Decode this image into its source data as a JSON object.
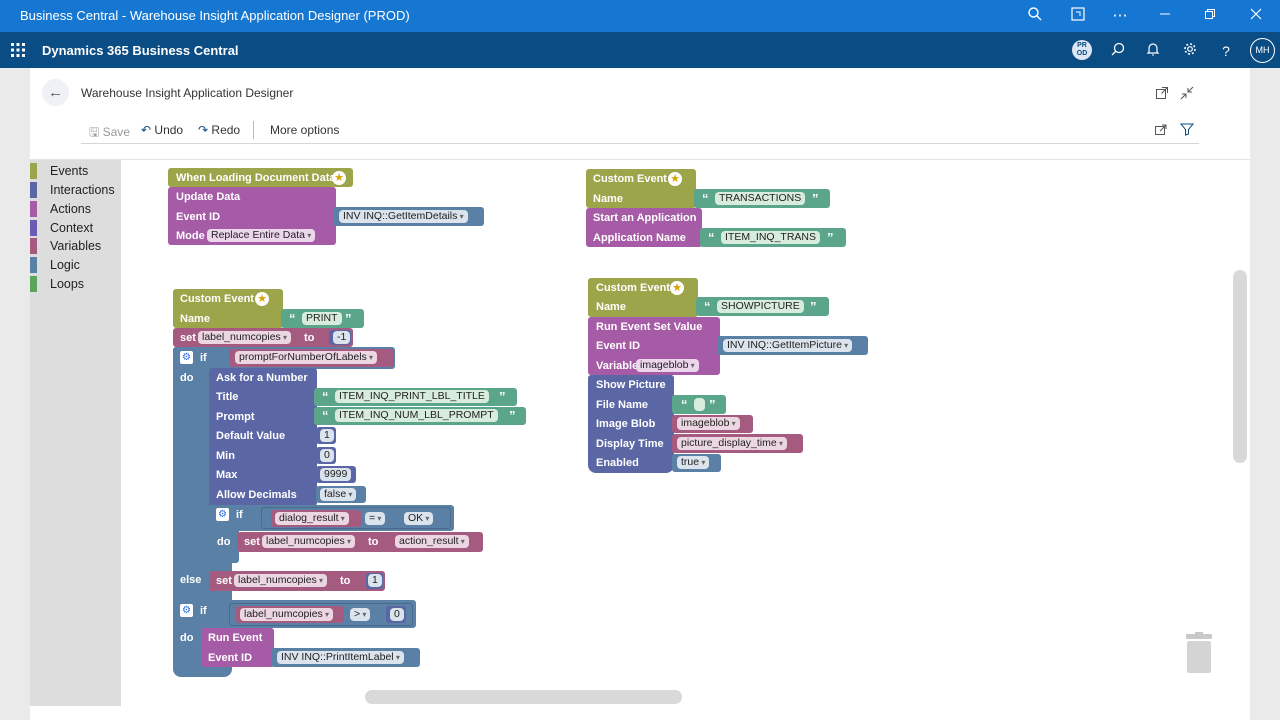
{
  "window": {
    "title": "Business Central - Warehouse Insight Application Designer (PROD)"
  },
  "appbar": {
    "name": "Dynamics 365 Business Central",
    "env_badge": "PR OD",
    "avatar": "MH"
  },
  "page": {
    "title": "Warehouse Insight Application Designer"
  },
  "toolbar": {
    "save": "Save",
    "undo": "Undo",
    "redo": "Redo",
    "more": "More options"
  },
  "toolbox": [
    {
      "label": "Events",
      "color": "#9da54a"
    },
    {
      "label": "Interactions",
      "color": "#5b67a5"
    },
    {
      "label": "Actions",
      "color": "#a55ba5"
    },
    {
      "label": "Context",
      "color": "#6a5bb5"
    },
    {
      "label": "Variables",
      "color": "#a55b80"
    },
    {
      "label": "Logic",
      "color": "#5b80a5"
    },
    {
      "label": "Loops",
      "color": "#5ba55b"
    }
  ],
  "blocks": {
    "b1": {
      "header": "When Loading Document Data",
      "update": "Update Data",
      "event_id_lbl": "Event ID",
      "event_id": "INV INQ::GetItemDetails",
      "mode_lbl": "Mode",
      "mode": "Replace Entire Data"
    },
    "b2": {
      "header": "Custom Event",
      "name_lbl": "Name",
      "name": "TRANSACTIONS",
      "start": "Start an Application",
      "app_name_lbl": "Application Name",
      "app_name": "ITEM_INQ_TRANS"
    },
    "b3": {
      "header": "Custom Event",
      "name_lbl": "Name",
      "name": "PRINT",
      "set": "set",
      "var1": "label_numcopies",
      "to": "to",
      "val1": "-1",
      "if": "if",
      "cond": "promptForNumberOfLabels",
      "do": "do",
      "ask": "Ask for a Number",
      "title_lbl": "Title",
      "title": "ITEM_INQ_PRINT_LBL_TITLE",
      "prompt_lbl": "Prompt",
      "prompt": "ITEM_INQ_NUM_LBL_PROMPT",
      "default_lbl": "Default Value",
      "default": "1",
      "min_lbl": "Min",
      "min": "0",
      "max_lbl": "Max",
      "max": "9999",
      "dec_lbl": "Allow Decimals",
      "dec": "false",
      "dialog": "dialog_result",
      "eq": "=",
      "ok": "OK",
      "action": "action_result",
      "else": "else",
      "val2": "1",
      "gt": ">",
      "zero": "0",
      "run": "Run Event",
      "event_id_lbl": "Event ID",
      "event_id": "INV INQ::PrintItemLabel"
    },
    "b4": {
      "header": "Custom Event",
      "name_lbl": "Name",
      "name": "SHOWPICTURE",
      "run_set": "Run Event Set Value",
      "event_id_lbl": "Event ID",
      "event_id": "INV INQ::GetItemPicture",
      "var_lbl": "Variable",
      "var": "imageblob",
      "show": "Show Picture",
      "file_lbl": "File Name",
      "blob_lbl": "Image Blob",
      "blob": "imageblob",
      "disp_lbl": "Display Time",
      "disp": "picture_display_time",
      "en_lbl": "Enabled",
      "en": "true"
    }
  },
  "quote_open": "“",
  "quote_close": "”"
}
